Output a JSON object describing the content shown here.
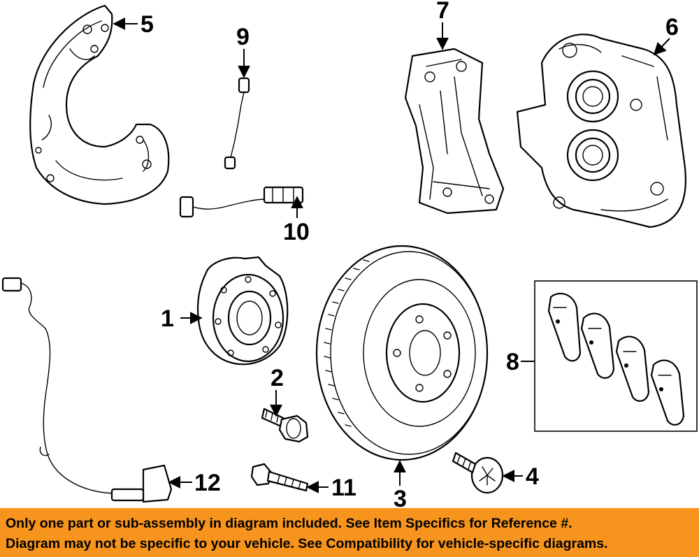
{
  "colors": {
    "banner_background": "#f7941d",
    "line": "#000000",
    "background": "#ffffff"
  },
  "callouts": {
    "hub": "1",
    "bolt": "2",
    "rotor": "3",
    "screw": "4",
    "splash_shield": "5",
    "caliper": "6",
    "caliper_bracket": "7",
    "brake_pads": "8",
    "wear_sensor_upper": "9",
    "wear_sensor_lower": "10",
    "bracket_bolt": "11",
    "abs_sensor": "12"
  },
  "notice": {
    "line1": "Only one part or sub-assembly in diagram included. See Item Specifics for Reference #.",
    "line2": "Diagram may not be specific to your vehicle. See Compatibility for vehicle-specific diagrams."
  }
}
